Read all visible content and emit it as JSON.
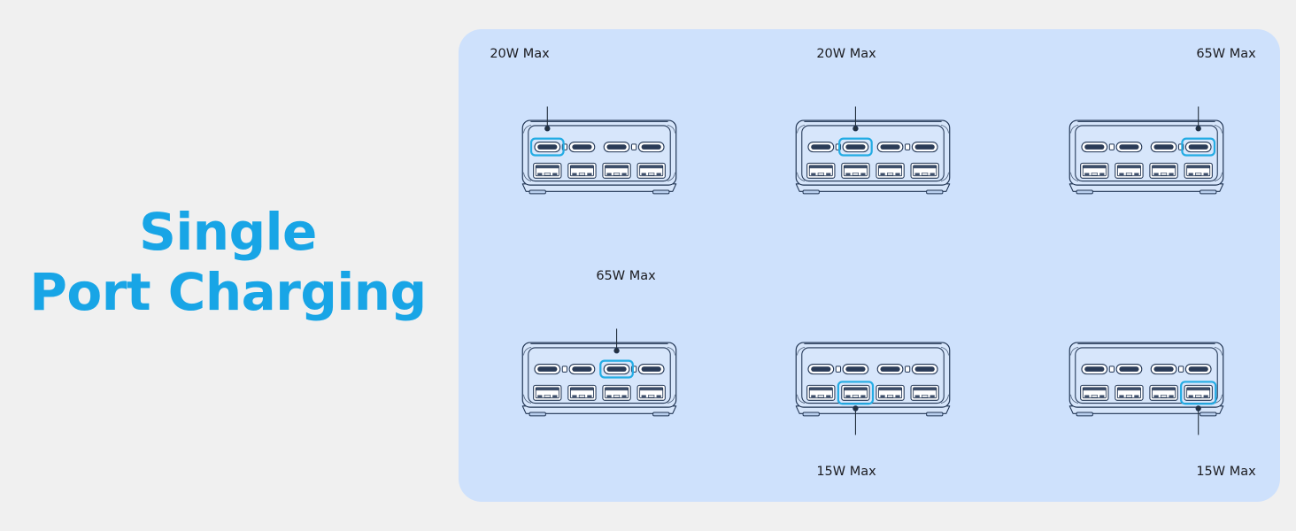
{
  "page": {
    "background_color": "#f0f0f0",
    "panel_color": "#cee1fc",
    "accent_color": "#18a5e6",
    "highlight_color": "#24ace4",
    "text_color": "#1b1b1f",
    "device_body_color": "#d7e6fb",
    "device_outline_color": "#1f3352"
  },
  "headline": {
    "line1": "Single",
    "line2": "Port Charging"
  },
  "devices": [
    {
      "id": "device-1",
      "row": 1,
      "col": 1,
      "usb_c_ports": 4,
      "usb_a_ports": 4,
      "highlight": {
        "row": "usb-c",
        "index": 1
      },
      "callout": {
        "text": "20W Max",
        "position": "above"
      }
    },
    {
      "id": "device-2",
      "row": 1,
      "col": 2,
      "usb_c_ports": 4,
      "usb_a_ports": 4,
      "highlight": {
        "row": "usb-c",
        "index": 2
      },
      "callout": {
        "text": "20W Max",
        "position": "above"
      }
    },
    {
      "id": "device-3",
      "row": 1,
      "col": 3,
      "usb_c_ports": 4,
      "usb_a_ports": 4,
      "highlight": {
        "row": "usb-c",
        "index": 4
      },
      "callout": {
        "text": "65W Max",
        "position": "above"
      }
    },
    {
      "id": "device-4",
      "row": 2,
      "col": 1,
      "usb_c_ports": 4,
      "usb_a_ports": 4,
      "highlight": {
        "row": "usb-c",
        "index": 3
      },
      "callout": {
        "text": "65W Max",
        "position": "above"
      }
    },
    {
      "id": "device-5",
      "row": 2,
      "col": 2,
      "usb_c_ports": 4,
      "usb_a_ports": 4,
      "highlight": {
        "row": "usb-a",
        "index": 2
      },
      "callout": {
        "text": "15W Max",
        "position": "below"
      }
    },
    {
      "id": "device-6",
      "row": 2,
      "col": 3,
      "usb_c_ports": 4,
      "usb_a_ports": 4,
      "highlight": {
        "row": "usb-a",
        "index": 4
      },
      "callout": {
        "text": "15W Max",
        "position": "below"
      }
    }
  ],
  "icons": {
    "usb_c_port": "usb-c-port-icon",
    "usb_a_port": "usb-a-port-icon",
    "indicator": "indicator-square-icon",
    "callout_dot": "callout-dot-icon"
  }
}
